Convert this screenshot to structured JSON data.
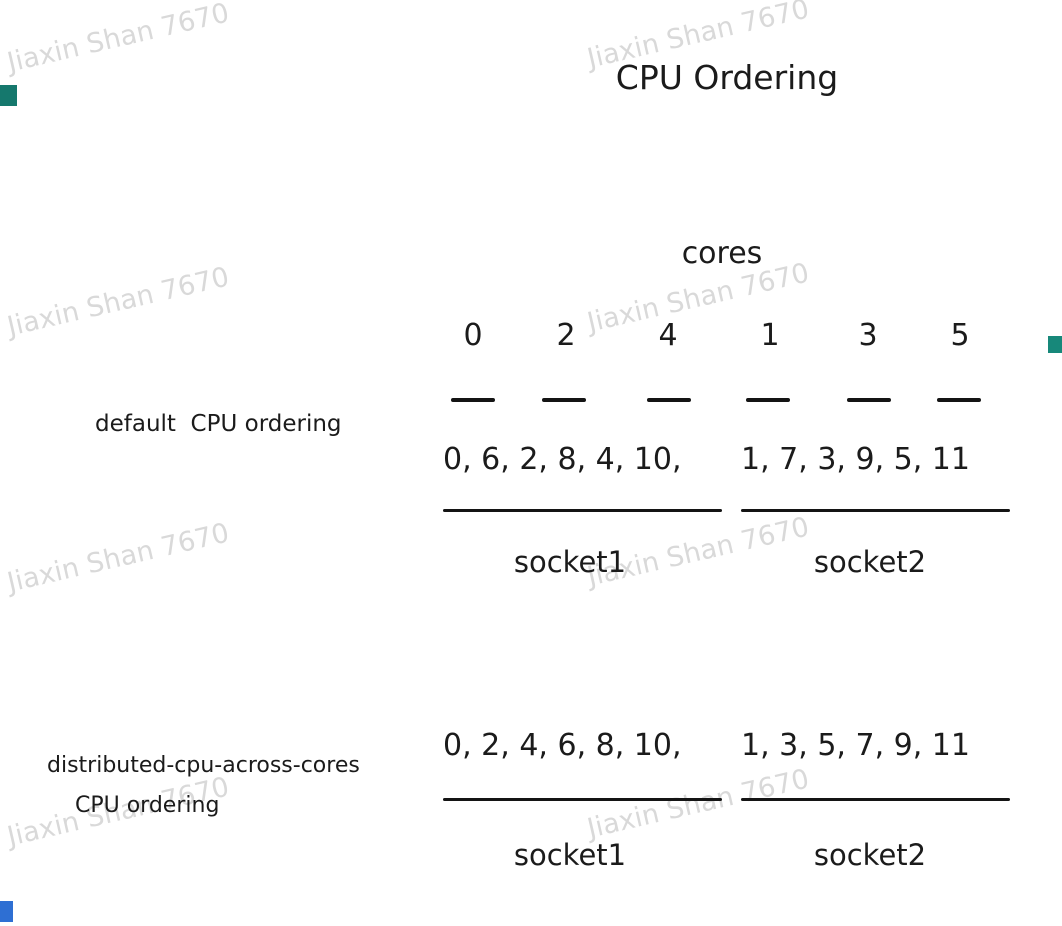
{
  "title": "CPU Ordering",
  "watermark_text": "Jiaxin Shan 7670",
  "diagram": {
    "cores_label": "cores",
    "core_numbers": [
      "0",
      "2",
      "4",
      "1",
      "3",
      "5"
    ],
    "default_section": {
      "label": "default  CPU ordering",
      "socket1_cpus": "0, 6, 2, 8, 4, 10,",
      "socket2_cpus": "1, 7, 3, 9, 5, 11",
      "socket1_label": "socket1",
      "socket2_label": "socket2"
    },
    "distributed_section": {
      "label_line1": "distributed-cpu-across-cores",
      "label_line2": "CPU ordering",
      "socket1_cpus": "0, 2, 4, 6, 8, 10,",
      "socket2_cpus": "1, 3, 5, 7, 9, 11",
      "socket1_label": "socket1",
      "socket2_label": "socket2"
    }
  },
  "colors": {
    "text": "#1b1b1b",
    "line": "#141414",
    "watermark": "#d9d9d9",
    "accent_top_left": "#15786d",
    "accent_right": "#17887a",
    "accent_bottom_left": "#2e6fd3"
  }
}
